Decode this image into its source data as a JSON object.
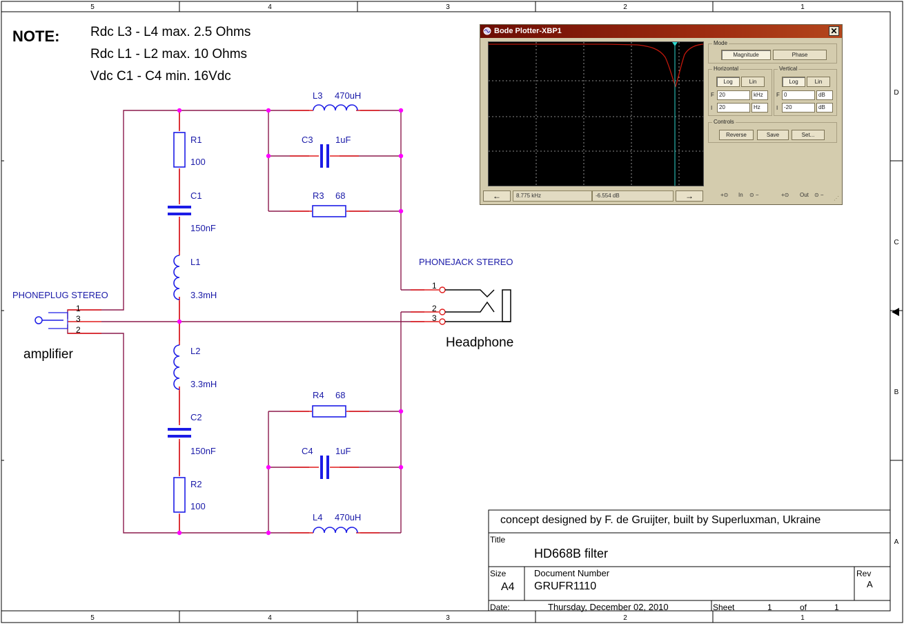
{
  "frame": {
    "columns": [
      "5",
      "4",
      "3",
      "2",
      "1"
    ],
    "rows": [
      "D",
      "C",
      "B",
      "A"
    ]
  },
  "notes": {
    "heading": "NOTE:",
    "lines": [
      "Rdc L3 - L4 max. 2.5 Ohms",
      "Rdc L1 - L2 max. 10 Ohms",
      "Vdc C1 - C4 min. 16Vdc"
    ]
  },
  "components": {
    "R1": {
      "ref": "R1",
      "value": "100"
    },
    "C1": {
      "ref": "C1",
      "value": "150nF"
    },
    "L1": {
      "ref": "L1",
      "value": "3.3mH"
    },
    "L2": {
      "ref": "L2",
      "value": "3.3mH"
    },
    "C2": {
      "ref": "C2",
      "value": "150nF"
    },
    "R2": {
      "ref": "R2",
      "value": "100"
    },
    "L3": {
      "ref": "L3",
      "value": "470uH"
    },
    "C3": {
      "ref": "C3",
      "value": "1uF"
    },
    "R3": {
      "ref": "R3",
      "value": "68"
    },
    "R4": {
      "ref": "R4",
      "value": "68"
    },
    "C4": {
      "ref": "C4",
      "value": "1uF"
    },
    "L4": {
      "ref": "L4",
      "value": "470uH"
    }
  },
  "connectors": {
    "plug": {
      "label": "PHONEPLUG STEREO",
      "pins": [
        "1",
        "3",
        "2"
      ],
      "name": "amplifier"
    },
    "jack": {
      "label": "PHONEJACK STEREO",
      "pins": [
        "1",
        "2",
        "3"
      ],
      "name": "Headphone"
    }
  },
  "bode": {
    "title": "Bode Plotter-XBP1",
    "close": "✕",
    "mode_label": "Mode",
    "magnitude": "Magnitude",
    "phase": "Phase",
    "horizontal_label": "Horizontal",
    "vertical_label": "Vertical",
    "log": "Log",
    "lin": "Lin",
    "f": "F",
    "i": "I",
    "h_f_value": "20",
    "h_f_unit": "kHz",
    "h_i_value": "20",
    "h_i_unit": "Hz",
    "v_f_value": "0",
    "v_f_unit": "dB",
    "v_i_value": "-20",
    "v_i_unit": "dB",
    "controls_label": "Controls",
    "reverse": "Reverse",
    "save": "Save",
    "set": "Set...",
    "left_arrow": "←",
    "right_arrow": "→",
    "freq_readout": "8.775 kHz",
    "db_readout": "-6.554 dB",
    "in_label": "In",
    "out_label": "Out",
    "trace_color": "#c0180c",
    "cursor_color": "#2fd8d0"
  },
  "title_block": {
    "concept": "concept designed by F. de Gruijter, built by Superluxman, Ukraine",
    "title_label": "Title",
    "title": "HD668B filter",
    "size_label": "Size",
    "size": "A4",
    "docnum_label": "Document Number",
    "docnum": "GRUFR1110",
    "rev_label": "Rev",
    "rev": "A",
    "date_label": "Date:",
    "date": "Thursday, December 02, 2010",
    "sheet_label": "Sheet",
    "sheet": "1",
    "of_label": "of",
    "of": "1"
  },
  "colors": {
    "wire": "#8b1a4c",
    "component": "#1c1ce6",
    "pin": "#e01818",
    "junction": "#ff00ff",
    "label": "#1a1aa8",
    "frame": "#000000"
  }
}
